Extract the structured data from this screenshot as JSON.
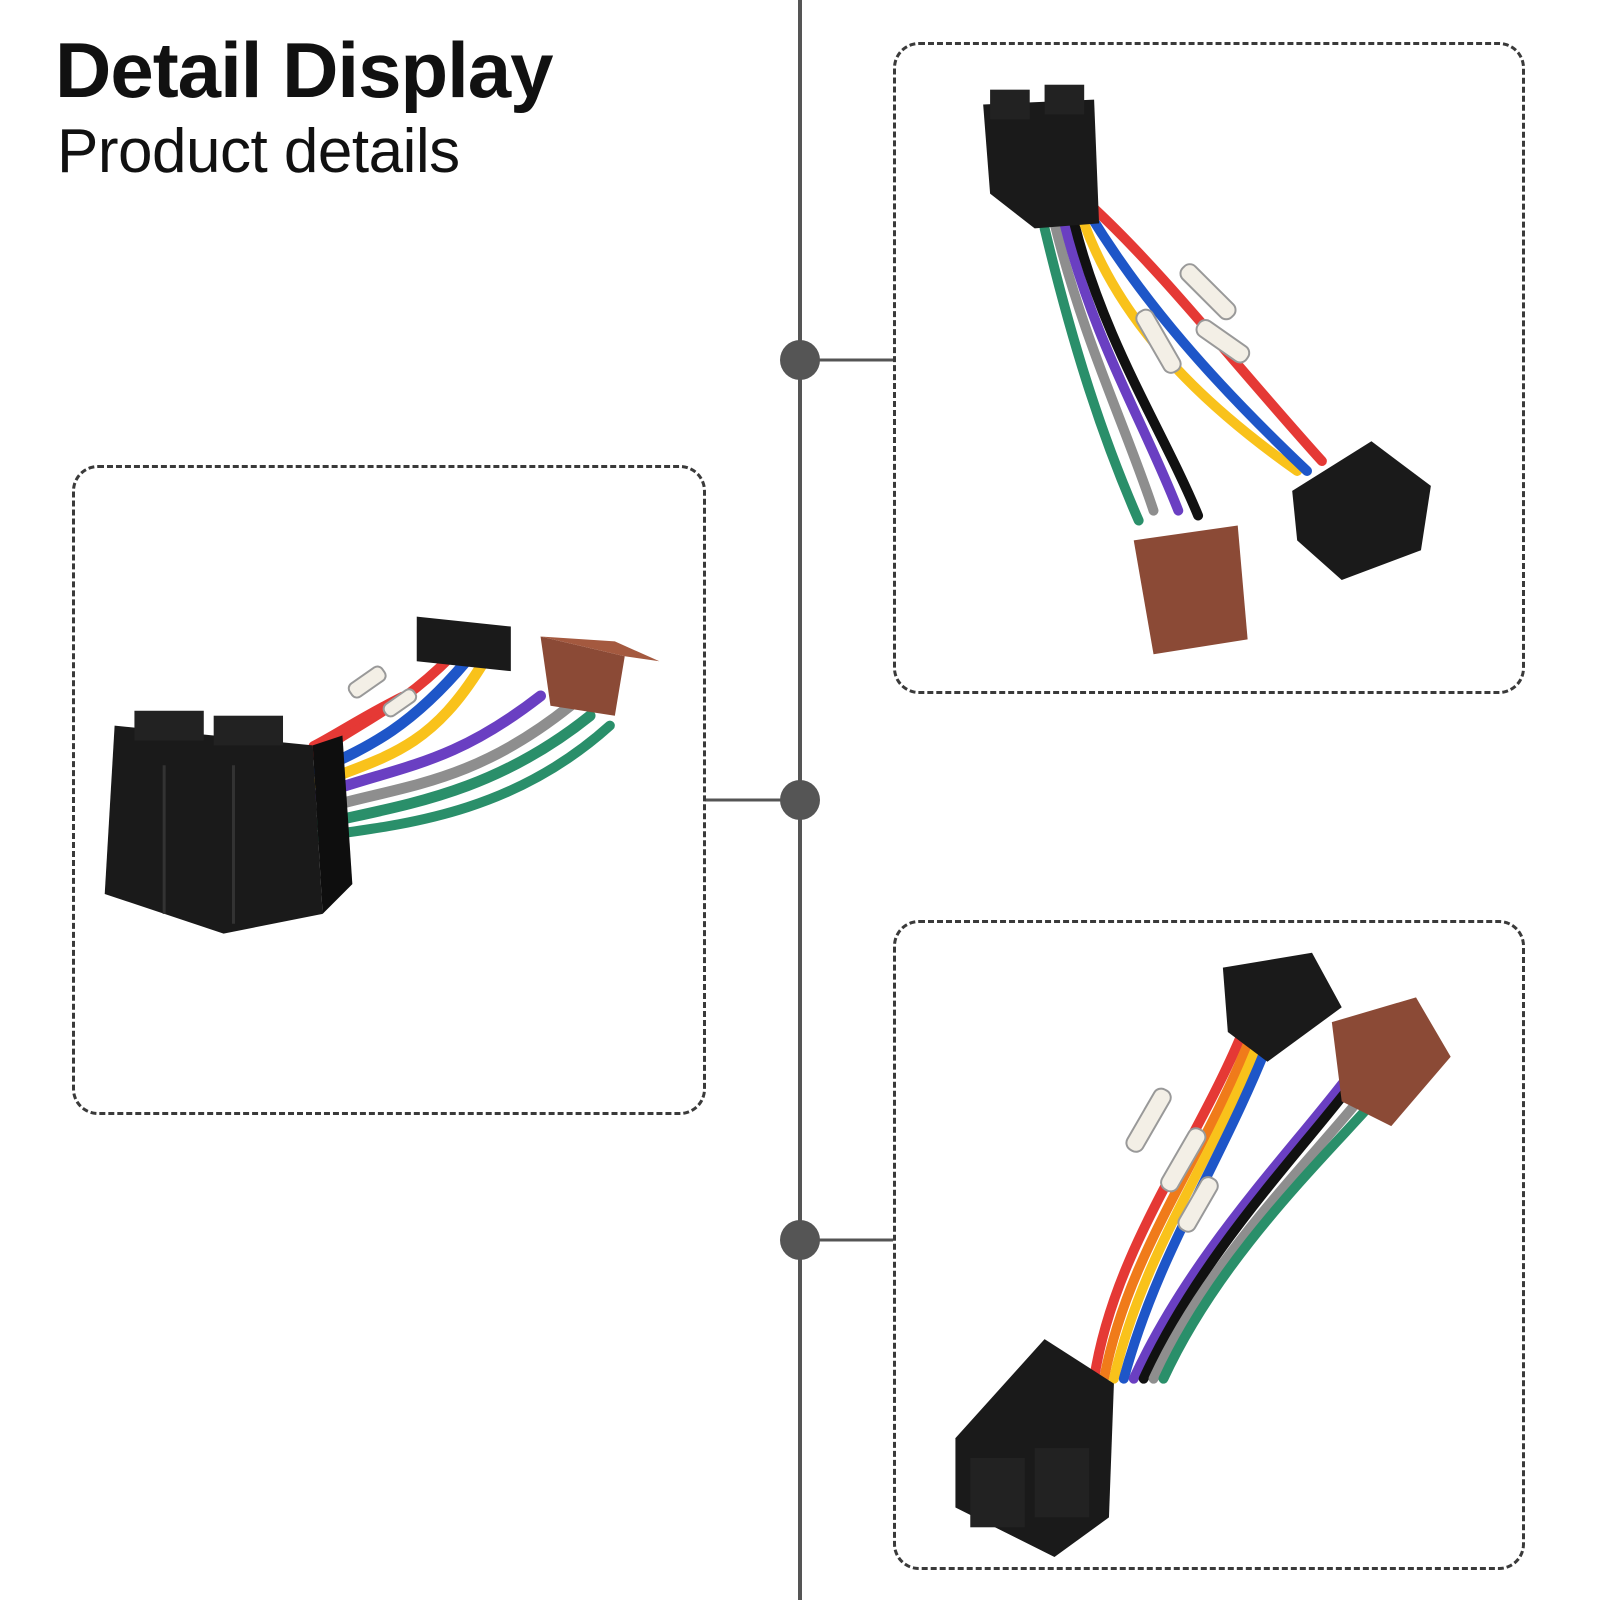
{
  "header": {
    "title": "Detail Display",
    "subtitle": "Product details"
  },
  "colors": {
    "timeline": "#555555",
    "frame_border": "#3a3a3a",
    "connector_black": "#1a1a1a",
    "connector_brown": "#8b4a36",
    "wire_colors": [
      "#e53935",
      "#f9c21b",
      "#1e56c8",
      "#6a3fc2",
      "#8e8e8e",
      "#2a8f6a",
      "#111111",
      "#f07b1a"
    ]
  },
  "panels": [
    {
      "name": "side-view",
      "icon": "iso-harness-side-view"
    },
    {
      "name": "top-view",
      "icon": "iso-harness-top-view"
    },
    {
      "name": "front-view",
      "icon": "iso-harness-front-view"
    }
  ]
}
